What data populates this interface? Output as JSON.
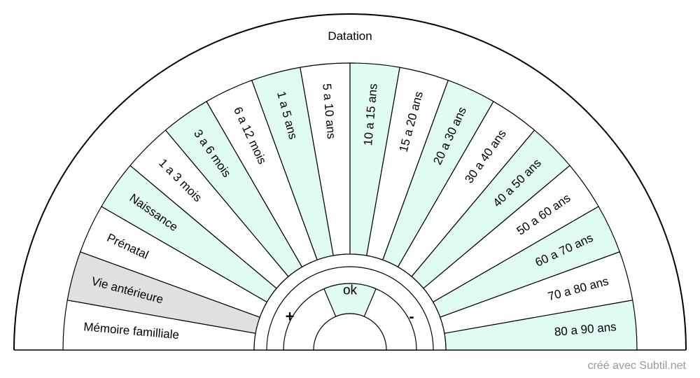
{
  "title": "Datation",
  "credit": "créé avec Subtil.net",
  "colors": {
    "teal": "#e0faf4",
    "white": "#ffffff",
    "gray": "#e0e0e0",
    "stroke": "#000000"
  },
  "center": {
    "ok": "ok",
    "plus": "+",
    "minus": "-"
  },
  "sectors": [
    {
      "label": "Mémoire familliale",
      "fill": "white"
    },
    {
      "label": "Vie antérieure",
      "fill": "gray"
    },
    {
      "label": "Prénatal",
      "fill": "white"
    },
    {
      "label": "Naissance",
      "fill": "teal"
    },
    {
      "label": "1  a 3 mois",
      "fill": "white"
    },
    {
      "label": "3 a 6 mois",
      "fill": "teal"
    },
    {
      "label": "6 a 12 mois",
      "fill": "white"
    },
    {
      "label": "1 a 5 ans",
      "fill": "teal"
    },
    {
      "label": "5 a 10 ans",
      "fill": "white"
    },
    {
      "label": "10 a 15 ans",
      "fill": "teal"
    },
    {
      "label": "15 a 20 ans",
      "fill": "white"
    },
    {
      "label": "20 a 30 ans",
      "fill": "teal"
    },
    {
      "label": "30 a 40 ans",
      "fill": "white"
    },
    {
      "label": "40 a 50 ans",
      "fill": "teal"
    },
    {
      "label": "50 a 60 ans",
      "fill": "white"
    },
    {
      "label": "60 a 70 ans",
      "fill": "teal"
    },
    {
      "label": "70 a 80 ans",
      "fill": "white"
    },
    {
      "label": "80 a 90 ans",
      "fill": "teal"
    }
  ]
}
